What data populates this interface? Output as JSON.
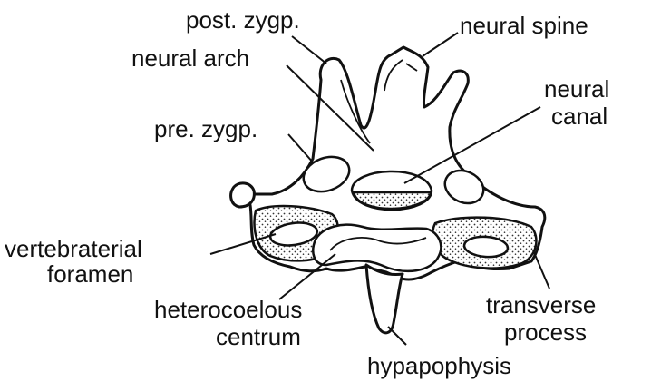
{
  "labels": {
    "post_zygp": "post. zygp.",
    "neural_spine": "neural spine",
    "neural_arch": "neural arch",
    "neural_canal_1": "neural",
    "neural_canal_2": "canal",
    "pre_zygp": "pre. zygp.",
    "vertebraterial_1": "vertebraterial",
    "vertebraterial_2": "foramen",
    "heterocoelous_1": "heterocoelous",
    "heterocoelous_2": "centrum",
    "transverse_1": "transverse",
    "transverse_2": "process",
    "hypapophysis": "hypapophysis"
  },
  "colors": {
    "ink": "#111111",
    "paper": "#ffffff",
    "stipple": "#333333"
  }
}
